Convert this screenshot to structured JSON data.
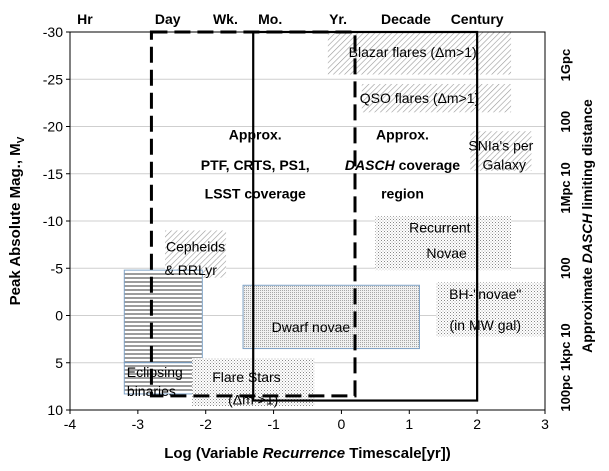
{
  "chart_data": {
    "type": "area",
    "xlabel_parts": [
      "Log (Variable ",
      "Recurrence",
      " Timescale[yr])"
    ],
    "ylabel_main": "Peak Absolute Mag., M",
    "ylabel_sub": "V",
    "right_label_parts": [
      "Approximate ",
      "DASCH",
      " limiting distance"
    ],
    "xlim": [
      -4,
      3
    ],
    "ylim": [
      10,
      -30
    ],
    "x_ticks": [
      -4,
      -3,
      -2,
      -1,
      0,
      1,
      2,
      3
    ],
    "y_ticks": [
      -30,
      -25,
      -20,
      -15,
      -10,
      -5,
      0,
      5,
      10
    ],
    "top_labels": [
      {
        "text": "Hr",
        "x": -3.78
      },
      {
        "text": "Day",
        "x": -2.56
      },
      {
        "text": "Wk.",
        "x": -1.71
      },
      {
        "text": "Mo.",
        "x": -1.05
      },
      {
        "text": "Yr.",
        "x": -0.05
      },
      {
        "text": "Decade",
        "x": 0.95
      },
      {
        "text": "Century",
        "x": 2.0
      }
    ],
    "right_labels": [
      {
        "text": "1Gpc",
        "y": -26.5
      },
      {
        "text": "100",
        "y": -20.5
      },
      {
        "text": "1Mpc 10",
        "y": -13.5
      },
      {
        "text": "100",
        "y": -5.0
      },
      {
        "text": "100pc 1kpc 10",
        "y": 5.5
      }
    ],
    "coverage_regions": [
      {
        "name": "Approx. PTF, CRTS, PS1, LSST coverage",
        "x": [
          -2.8,
          0.2
        ],
        "y": [
          -30,
          8.5
        ],
        "style": "dashed"
      },
      {
        "name": "Approx. DASCH coverage region",
        "x": [
          -1.3,
          2.0
        ],
        "y": [
          -30,
          9
        ]
      }
    ],
    "coverage_labels": [
      {
        "lines": [
          [
            "Approx."
          ],
          [
            "PTF, CRTS, PS1,"
          ],
          [
            "LSST coverage"
          ]
        ],
        "x": -1.27,
        "y": [
          -18.6,
          -15.4,
          -12.4
        ]
      },
      {
        "lines": [
          [
            "Approx."
          ],
          [
            "",
            "DASCH",
            " coverage"
          ],
          [
            "region"
          ]
        ],
        "x": 0.9,
        "y": [
          -18.6,
          -15.4,
          -12.4
        ]
      }
    ],
    "regions": [
      {
        "name": "Blazar flares (Δm>1)",
        "x": [
          -0.2,
          2.5
        ],
        "y": [
          -30,
          -25.5
        ],
        "pattern": "diag",
        "label_xy": [
          1.05,
          -27.9
        ]
      },
      {
        "name": "QSO flares (Δm>1)",
        "x": [
          0.3,
          2.5
        ],
        "y": [
          -24.5,
          -21.5
        ],
        "pattern": "diag",
        "label_xy": [
          1.15,
          -23.0
        ]
      },
      {
        "name": "SNIa's per",
        "x": [
          1.9,
          2.8
        ],
        "y": [
          -19.5,
          -17
        ],
        "pattern": "diag",
        "label_xy": [
          2.35,
          -18.0
        ]
      },
      {
        "name": "Galaxy",
        "x": [
          1.9,
          2.8
        ],
        "y": [
          -17,
          -15.3
        ],
        "pattern": "diag",
        "label_xy": [
          2.4,
          -16.0
        ]
      },
      {
        "name": "Recurrent",
        "x": [
          0.5,
          2.5
        ],
        "y": [
          -10.5,
          -8
        ],
        "pattern": "dots",
        "label_xy": [
          1.45,
          -9.3
        ]
      },
      {
        "name": "Novae",
        "x": [
          0.5,
          2.5
        ],
        "y": [
          -8,
          -4.8
        ],
        "pattern": "dots",
        "label_xy": [
          1.55,
          -6.6
        ]
      },
      {
        "name": "Cepheids",
        "x": [
          -2.6,
          -1.7
        ],
        "y": [
          -9,
          -6
        ],
        "pattern": "diag",
        "label_xy": [
          -2.15,
          -7.3
        ]
      },
      {
        "name": "& RRLyr",
        "x": [
          -2.6,
          -1.7
        ],
        "y": [
          -6,
          -4
        ],
        "pattern": "diag",
        "label_xy": [
          -2.22,
          -4.8
        ]
      },
      {
        "name": "BH-\"novae\"",
        "x": [
          1.4,
          3.0
        ],
        "y": [
          -3.5,
          -1
        ],
        "pattern": "dots",
        "label_xy": [
          2.12,
          -2.3
        ]
      },
      {
        "name": "(in MW gal)",
        "x": [
          1.4,
          3.0
        ],
        "y": [
          -1,
          2.2
        ],
        "pattern": "dots",
        "label_xy": [
          2.12,
          1.0
        ]
      },
      {
        "name": "Eclipsing",
        "x": [
          -3.2,
          -2.05
        ],
        "y": [
          -4.8,
          5
        ],
        "pattern": "hlines",
        "label_xy": [
          -2.75,
          6.0
        ]
      },
      {
        "name": "binaries",
        "x": [
          -3.2,
          -2.05
        ],
        "y": [
          5,
          8.3
        ],
        "pattern": "hlines",
        "label_xy": [
          -2.8,
          8.0
        ]
      },
      {
        "name": "Dwarf novae",
        "x": [
          -1.45,
          1.15
        ],
        "y": [
          -3.2,
          3.5
        ],
        "pattern": "fine",
        "label_xy": [
          -0.45,
          1.2
        ]
      },
      {
        "name": "Flare Stars",
        "x": [
          -2.2,
          -0.4
        ],
        "y": [
          4.5,
          7.6
        ],
        "pattern": "dots",
        "label_xy": [
          -1.4,
          6.5
        ]
      },
      {
        "name": "(Δm >1)",
        "x": [
          -2.2,
          -0.4
        ],
        "y": [
          7.6,
          9.6
        ],
        "pattern": "dots",
        "label_xy": [
          -1.3,
          8.9
        ]
      }
    ]
  }
}
